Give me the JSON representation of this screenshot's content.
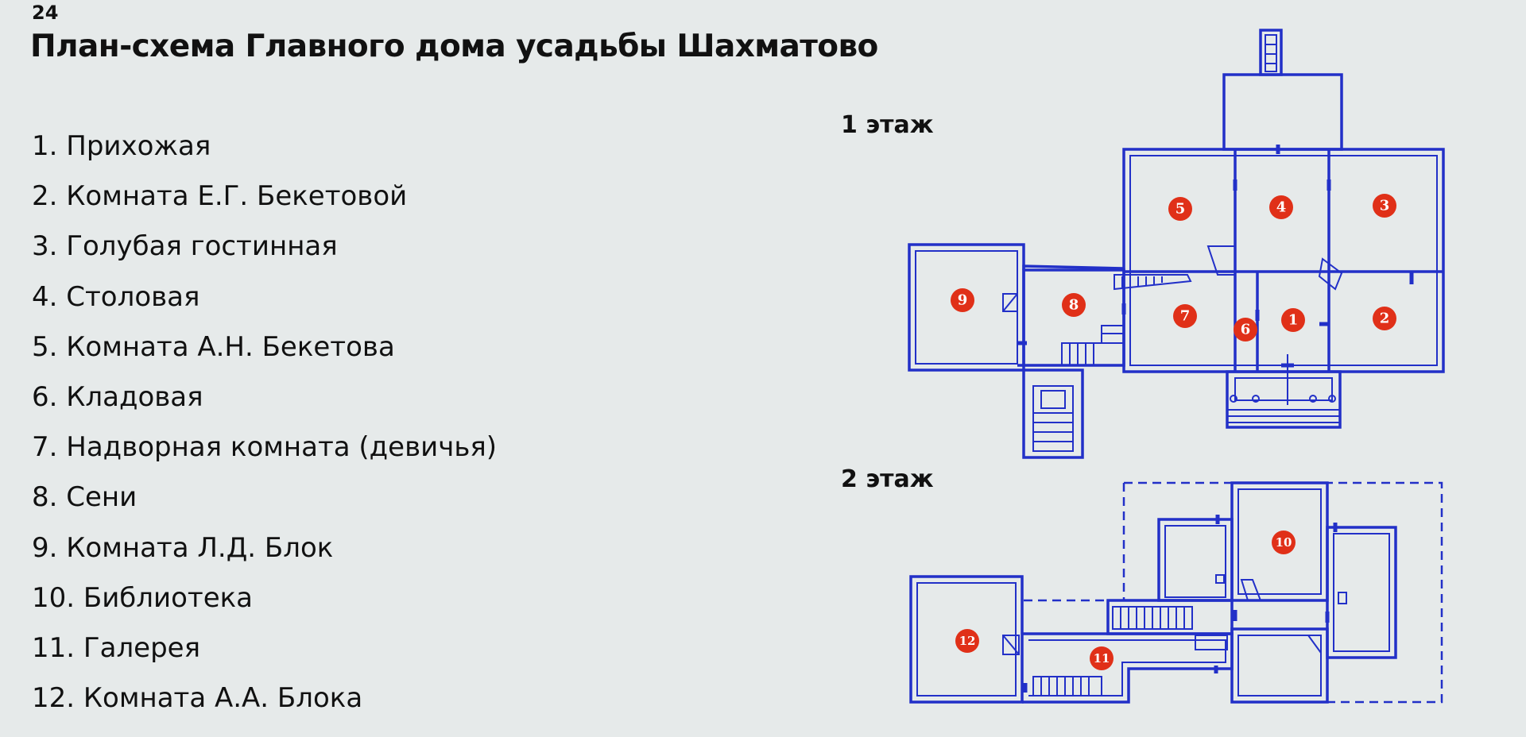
{
  "page_number": "24",
  "title": "План-схема Главного дома усадьбы Шахматово",
  "legend": [
    "1. Прихожая",
    "2. Комната Е.Г. Бекетовой",
    "3. Голубая гостинная",
    "4. Столовая",
    "5. Комната А.Н. Бекетова",
    "6. Кладовая",
    "7. Надворная комната (девичья)",
    "8. Сени",
    "9. Комната Л.Д. Блок",
    "10. Библиотека",
    "11. Галерея",
    "12. Комната А.А. Блока"
  ],
  "floors": {
    "first": {
      "label": "1 этаж",
      "room_markers": [
        "1",
        "2",
        "3",
        "4",
        "5",
        "6",
        "7",
        "8",
        "9"
      ]
    },
    "second": {
      "label": "2 этаж",
      "room_markers": [
        "10",
        "11",
        "12"
      ]
    }
  },
  "colors": {
    "plan_lines": "#2230c8",
    "room_marker": "#e03018",
    "background": "#e6eaea"
  }
}
